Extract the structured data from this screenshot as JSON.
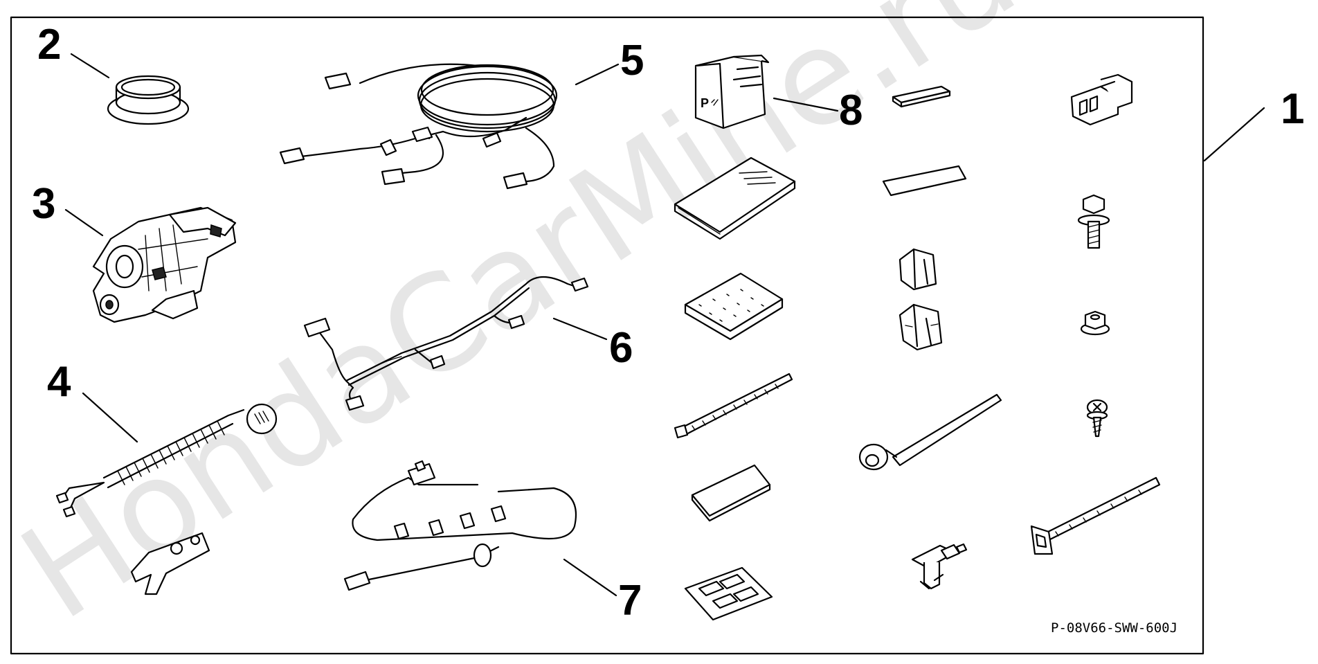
{
  "watermark": "HondaCarMine.ru",
  "part_number": "P-08V66-SWW-600J",
  "callouts": [
    {
      "id": "1",
      "label": "1"
    },
    {
      "id": "2",
      "label": "2"
    },
    {
      "id": "3",
      "label": "3"
    },
    {
      "id": "4",
      "label": "4"
    },
    {
      "id": "5",
      "label": "5"
    },
    {
      "id": "6",
      "label": "6"
    },
    {
      "id": "7",
      "label": "7"
    },
    {
      "id": "8",
      "label": "8"
    }
  ],
  "switch_icon": "P with signal bars"
}
